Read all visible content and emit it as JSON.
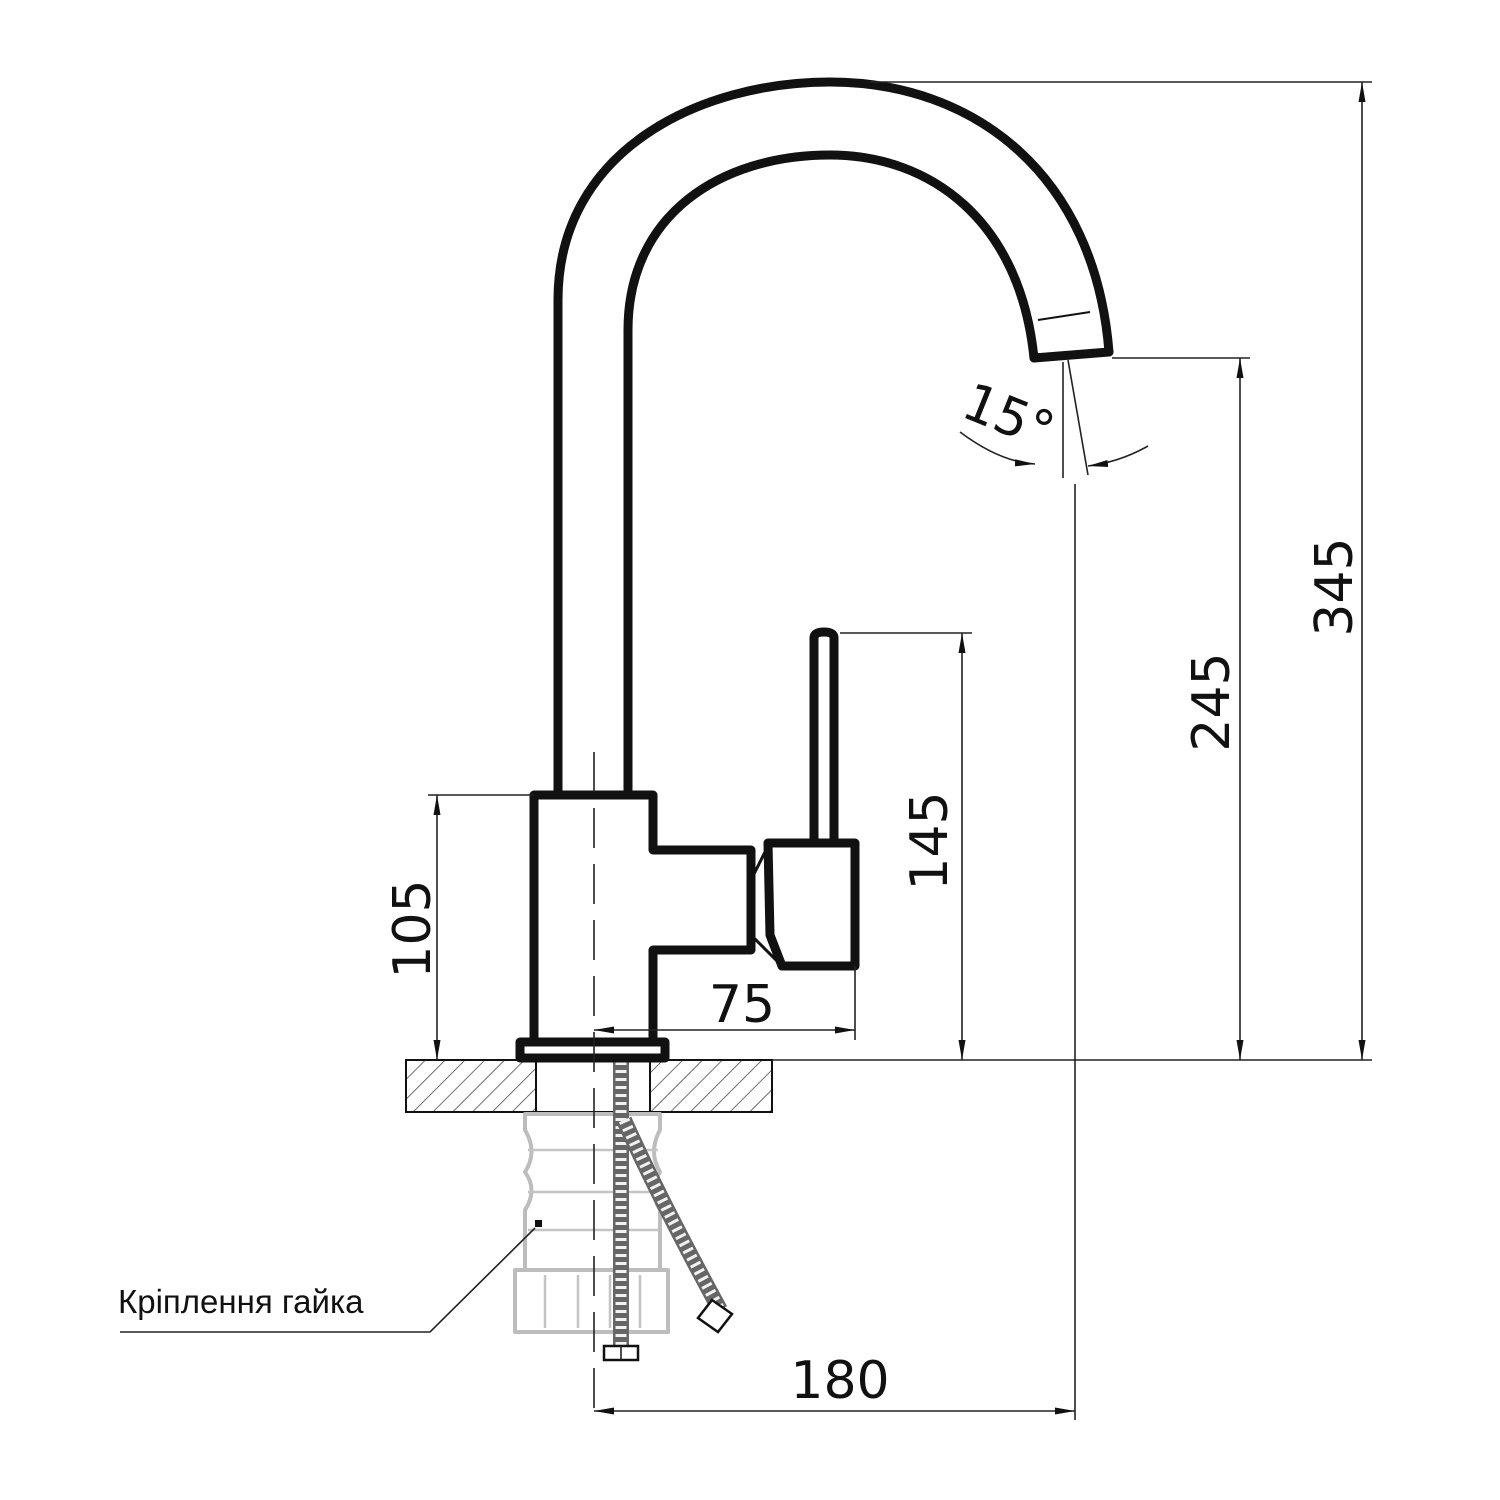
{
  "dimensions": {
    "total_height": "345",
    "spout_height": "245",
    "handle_height": "145",
    "body_height": "105",
    "handle_reach": "75",
    "spout_reach": "180",
    "swivel_angle": "15°"
  },
  "labels": {
    "mounting_nut": "Кріплення гайка"
  },
  "colors": {
    "line": "#111111",
    "hatch": "#333333",
    "ghost": "#bdbdbd",
    "background": "#ffffff"
  }
}
